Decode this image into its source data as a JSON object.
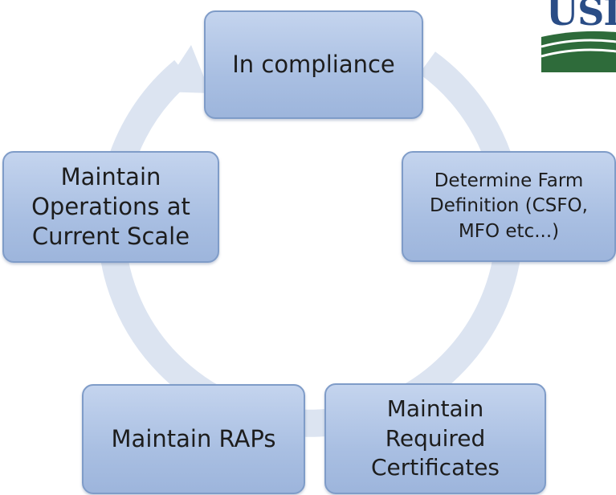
{
  "diagram": {
    "nodes": [
      {
        "label": "In compliance"
      },
      {
        "label": "Determine Farm\nDefinition (CSFO,\nMFO etc...)"
      },
      {
        "label": "Maintain\nRequired\nCertificates"
      },
      {
        "label": "Maintain RAPs"
      },
      {
        "label": "Maintain\nOperations at\nCurrent Scale"
      }
    ]
  },
  "logo": {
    "text": "USDA",
    "colors": {
      "text": "#2a4d86",
      "green": "#2e6b3a"
    }
  },
  "colors": {
    "ring": "#dce4f1",
    "node_fill": "#aec2e4",
    "node_border": "#7f9cc8"
  }
}
